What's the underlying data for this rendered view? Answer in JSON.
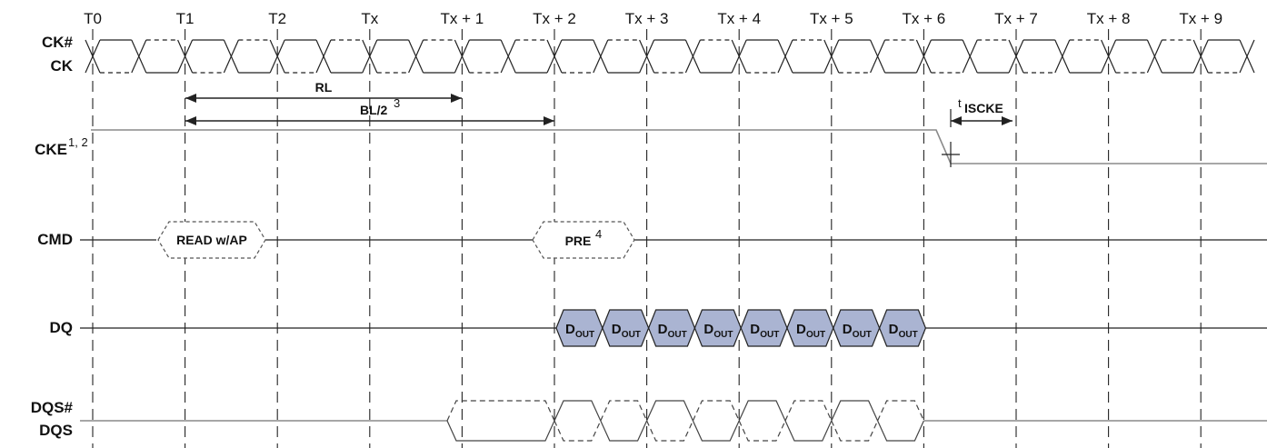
{
  "time_labels": [
    "T0",
    "T1",
    "T2",
    "Tx",
    "Tx + 1",
    "Tx + 2",
    "Tx + 3",
    "Tx + 4",
    "Tx + 5",
    "Tx + 6",
    "Tx + 7",
    "Tx + 8",
    "Tx + 9"
  ],
  "signals": {
    "ck_n": "CK#",
    "ck": "CK",
    "cke": "CKE",
    "cke_sup": "1, 2",
    "cmd": "CMD",
    "dq": "DQ",
    "dqs_n": "DQS#",
    "dqs": "DQS"
  },
  "commands": {
    "read": "READ w/AP",
    "pre": "PRE",
    "pre_sup": "4"
  },
  "dq_data": {
    "label_main": "D",
    "label_sub": "OUT",
    "count": 8
  },
  "annotations": {
    "rl": "RL",
    "bl": "BL/2",
    "bl_sup": "3",
    "t_prefix": "t",
    "tiscke": "ISCKE"
  },
  "colors": {
    "line": "#222222",
    "gray_line": "#8a8a8a",
    "dout_fill": "#aab4d2"
  }
}
